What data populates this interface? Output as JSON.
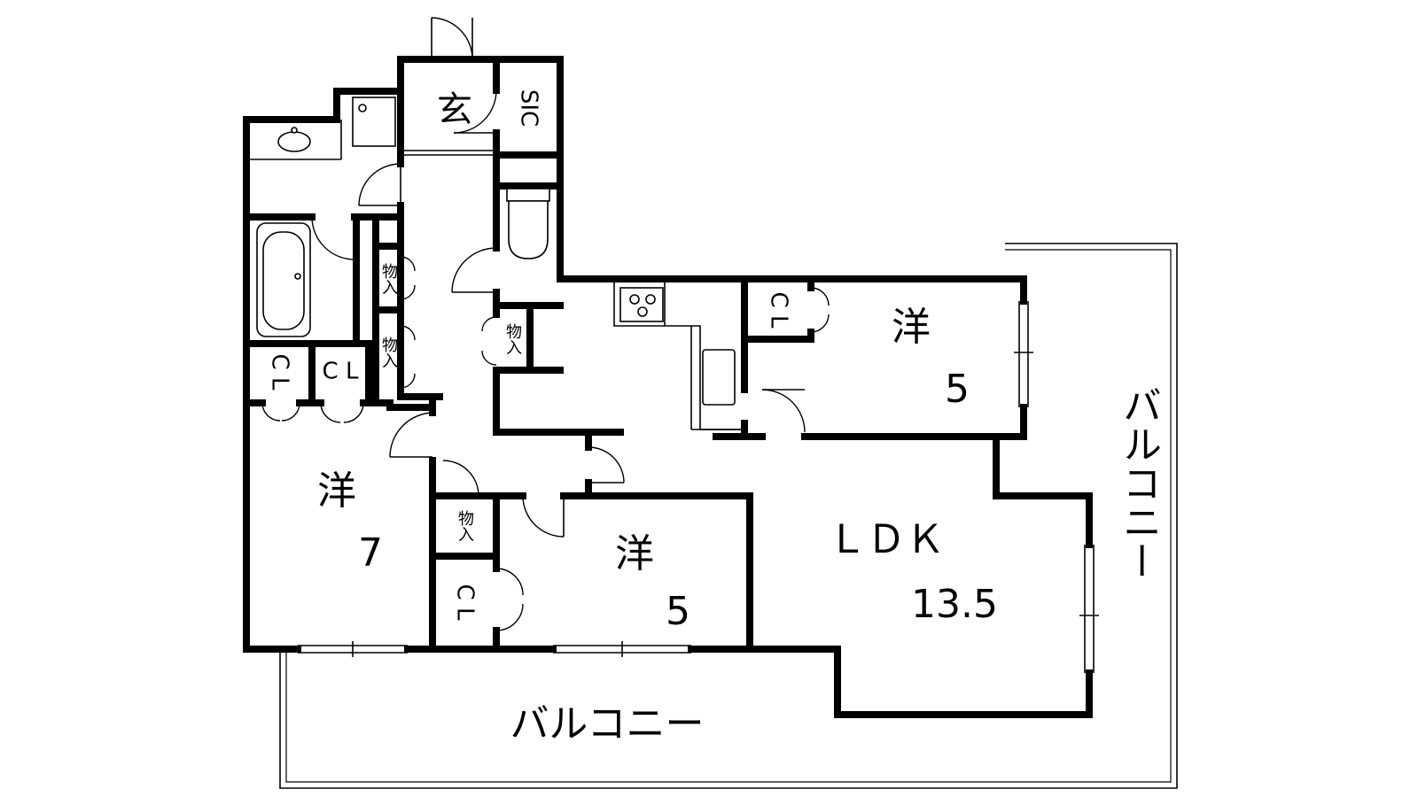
{
  "rooms": {
    "entrance": "玄",
    "sic": "SIC",
    "storage_a": "物入",
    "storage_b": "物入",
    "storage_c": "物入",
    "storage_d": "物入",
    "cl_a": "C L",
    "cl_b": "C L",
    "cl_c": "C L",
    "cl_d": "C L",
    "western_ne": {
      "name": "洋",
      "size": "5"
    },
    "western_w": {
      "name": "洋",
      "size": "7"
    },
    "western_s": {
      "name": "洋",
      "size": "5"
    },
    "ldk": {
      "name": "ＬＤＫ",
      "size": "13.5"
    },
    "balcony_south": "バルコニー",
    "balcony_east": "バルコニー"
  }
}
